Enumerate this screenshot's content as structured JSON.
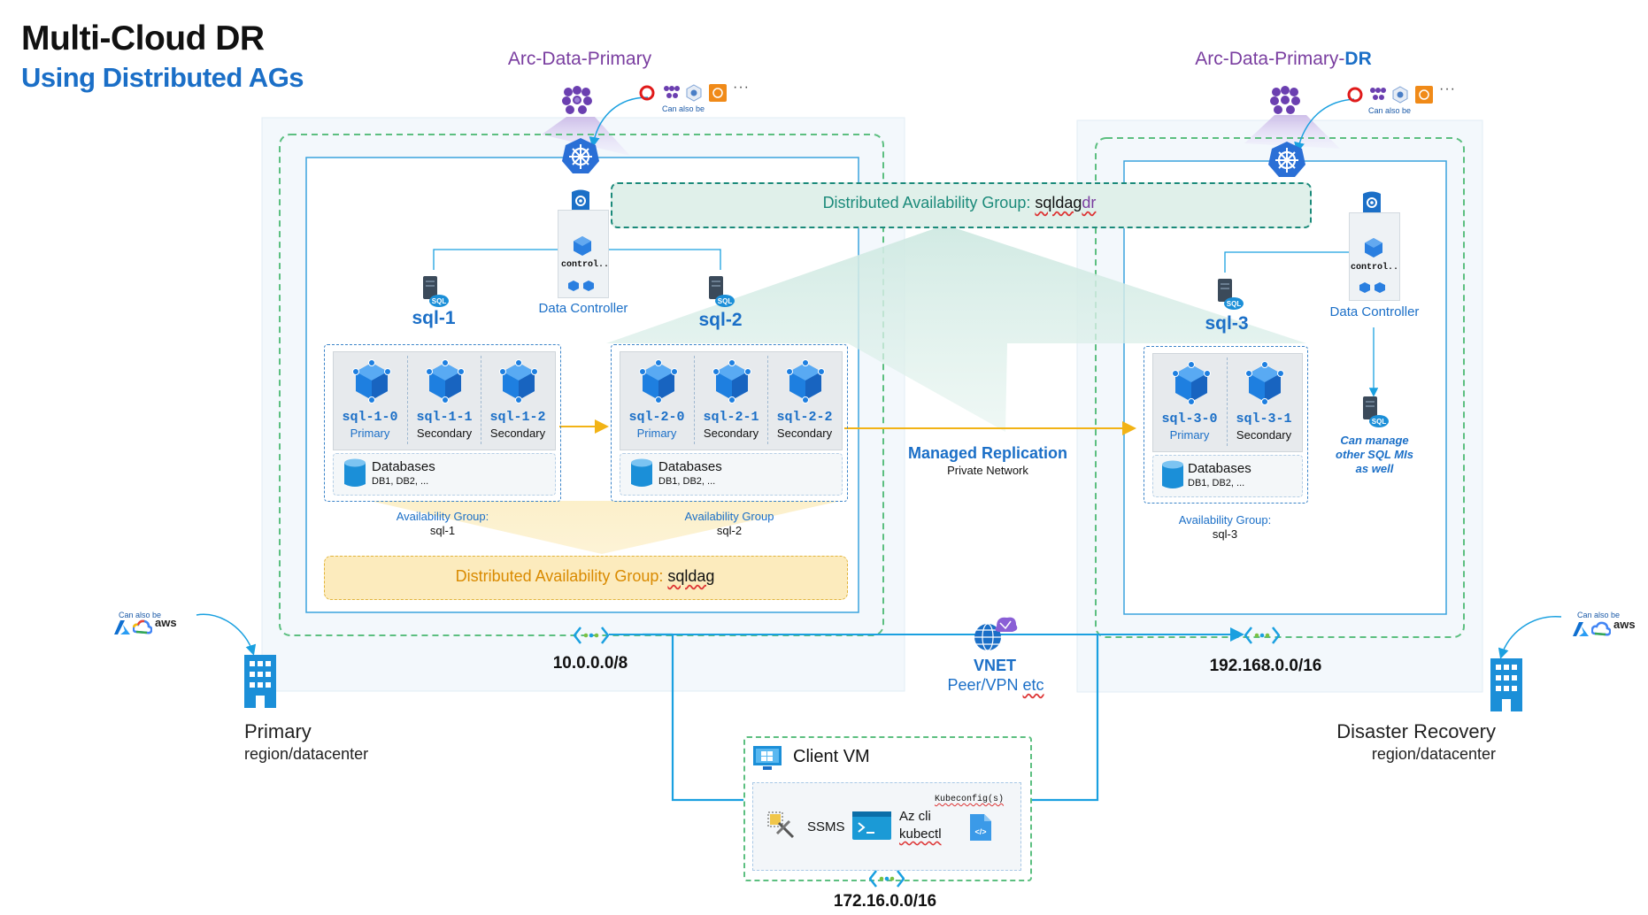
{
  "header": {
    "title": "Multi-Cloud DR",
    "subtitle": "Using Distributed AGs"
  },
  "colors": {
    "accent_blue": "#1b6fc7",
    "purple": "#7a3ea0",
    "green_dashed": "#5cbf80",
    "orange_arrow": "#f2b316",
    "teal": "#1b8a7a",
    "orange_text": "#d98a00"
  },
  "primary_cluster": {
    "name": "Arc-Data-Primary",
    "can_also_be": "Can also be",
    "dots": "···",
    "data_controller": {
      "label": "Data Controller",
      "pod_label": "control.."
    },
    "instances": [
      {
        "name": "sql-1",
        "pods": [
          {
            "name": "sql-1-0",
            "role": "Primary"
          },
          {
            "name": "sql-1-1",
            "role": "Secondary"
          },
          {
            "name": "sql-1-2",
            "role": "Secondary"
          }
        ],
        "db_title": "Databases",
        "db_list": "DB1, DB2, ...",
        "ag_label": "Availability Group:",
        "ag_name": "sql-1"
      },
      {
        "name": "sql-2",
        "pods": [
          {
            "name": "sql-2-0",
            "role": "Primary"
          },
          {
            "name": "sql-2-1",
            "role": "Secondary"
          },
          {
            "name": "sql-2-2",
            "role": "Secondary"
          }
        ],
        "db_title": "Databases",
        "db_list": "DB1, DB2, ...",
        "ag_label": "Availability Group",
        "ag_name": "sql-2"
      }
    ],
    "dag_prefix": "Distributed Availability Group: ",
    "dag_name": "sqldag",
    "cidr": "10.0.0.0/8"
  },
  "dr_cluster": {
    "name_prefix": "Arc-Data-Primary-",
    "name_suffix": "DR",
    "can_also_be": "Can also be",
    "dots": "···",
    "data_controller": {
      "label": "Data Controller",
      "pod_label": "control.."
    },
    "instance": {
      "name": "sql-3",
      "pods": [
        {
          "name": "sql-3-0",
          "role": "Primary"
        },
        {
          "name": "sql-3-1",
          "role": "Secondary"
        }
      ],
      "db_title": "Databases",
      "db_list": "DB1, DB2, ...",
      "ag_label": "Availability Group:",
      "ag_name": "sql-3"
    },
    "manage_note": [
      "Can manage",
      "other SQL MIs",
      "as well"
    ],
    "cidr": "192.168.0.0/16"
  },
  "dag_dr": {
    "prefix": "Distributed Availability Group: ",
    "name_main": "sqldag",
    "name_suffix": "dr"
  },
  "replication": {
    "title": "Managed Replication",
    "subtitle": "Private Network"
  },
  "vnet": {
    "title": "VNET",
    "subtitle_main": "Peer/VPN ",
    "subtitle_etc": "etc"
  },
  "regions": {
    "primary": {
      "title": "Primary",
      "subtitle": "region/datacenter",
      "can_also_be": "Can also be",
      "aws": "aws"
    },
    "dr": {
      "title": "Disaster Recovery",
      "subtitle": "region/datacenter",
      "can_also_be": "Can also be",
      "aws": "aws"
    }
  },
  "client_vm": {
    "title": "Client VM",
    "tools": {
      "ssms": "SSMS",
      "azcli": "Az cli",
      "kubectl": "kubectl",
      "kubeconfig": "Kubeconfig(s)"
    },
    "cidr": "172.16.0.0/16"
  },
  "icons": [
    "kubernetes-icon",
    "azure-arc-icon",
    "sql-server-icon",
    "pod-cube-icon",
    "database-icon",
    "network-icon",
    "vnet-icon",
    "building-icon",
    "openshift-icon",
    "azure-icon",
    "gcp-icon",
    "aws-icon",
    "windows-icon",
    "ssms-icon",
    "terminal-icon",
    "file-code-icon"
  ]
}
